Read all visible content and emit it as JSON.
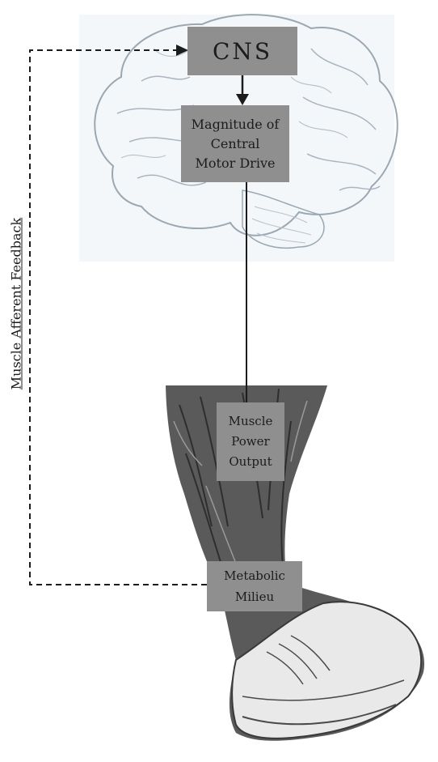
{
  "diagram": {
    "nodes": {
      "cns": "CNS",
      "drive": [
        "Magnitude of",
        "Central",
        "Motor Drive"
      ],
      "muscle": [
        "Muscle",
        "Power",
        "Output"
      ],
      "milieu": [
        "Metabolic",
        "Milieu"
      ]
    },
    "feedback_label": "Muscle Afferent Feedback",
    "colors": {
      "box_fill": "#8f8f8f",
      "line": "#1c1c1c",
      "brain_outline": "#9aa8b2"
    },
    "icons": [
      "brain-illustration",
      "leg-anatomy-illustration",
      "running-shoe-illustration"
    ]
  }
}
